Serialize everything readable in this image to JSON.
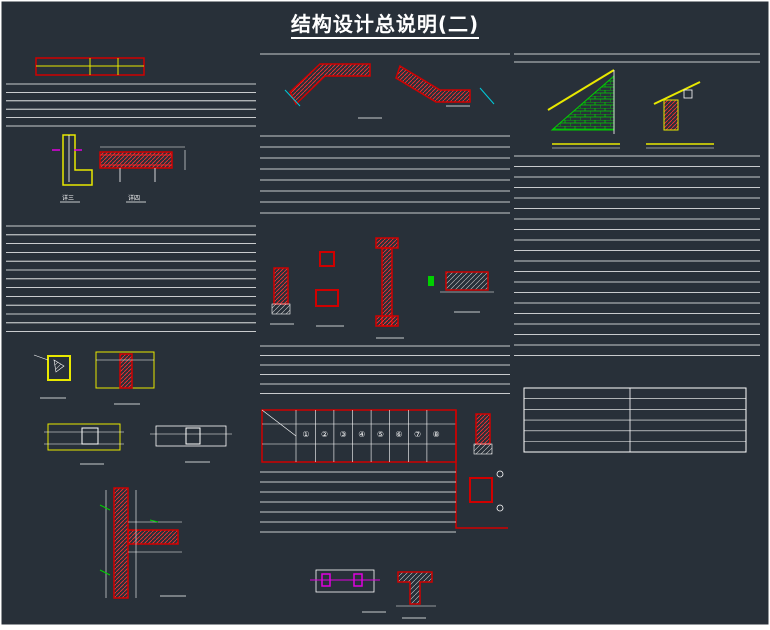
{
  "sheet": {
    "title": "结构设计总说明(二)",
    "colors": {
      "background": "#283039",
      "line": "#ffffff",
      "wall": "#d00000",
      "rebar": "#ff2020",
      "accent": "#e8e800",
      "hatch": "#00d000",
      "dimension": "#00c8d8",
      "highlight": "#e000e0"
    }
  },
  "panels": {
    "left": {
      "name": "left-notes-panel"
    },
    "middle": {
      "name": "middle-notes-panel"
    },
    "right": {
      "name": "right-notes-panel"
    }
  },
  "rebar_schedule": {
    "marks": [
      "①",
      "②",
      "③",
      "④",
      "⑤",
      "⑥",
      "⑦",
      "⑧"
    ]
  }
}
